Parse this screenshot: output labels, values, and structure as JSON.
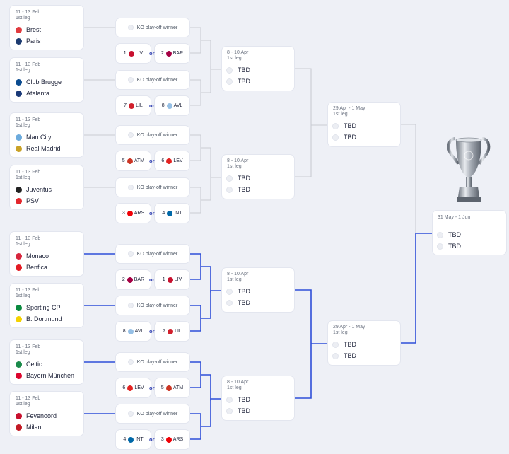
{
  "round_of_16": [
    {
      "date": "11 - 13 Feb",
      "leg": "1st leg",
      "home": {
        "name": "Brest",
        "color": "#e03a3e"
      },
      "away": {
        "name": "Paris",
        "color": "#1d3b70"
      }
    },
    {
      "date": "11 - 13 Feb",
      "leg": "1st leg",
      "home": {
        "name": "Club Brugge",
        "color": "#0b4b8f"
      },
      "away": {
        "name": "Atalanta",
        "color": "#1b3a78"
      }
    },
    {
      "date": "11 - 13 Feb",
      "leg": "1st leg",
      "home": {
        "name": "Man City",
        "color": "#6cabdd"
      },
      "away": {
        "name": "Real Madrid",
        "color": "#c9a227"
      }
    },
    {
      "date": "11 - 13 Feb",
      "leg": "1st leg",
      "home": {
        "name": "Juventus",
        "color": "#222222"
      },
      "away": {
        "name": "PSV",
        "color": "#e3262c"
      }
    },
    {
      "date": "11 - 13 Feb",
      "leg": "1st leg",
      "home": {
        "name": "Monaco",
        "color": "#d7263d"
      },
      "away": {
        "name": "Benfica",
        "color": "#e31b23"
      }
    },
    {
      "date": "11 - 13 Feb",
      "leg": "1st leg",
      "home": {
        "name": "Sporting CP",
        "color": "#0a8a3f"
      },
      "away": {
        "name": "B. Dortmund",
        "color": "#f4d200"
      }
    },
    {
      "date": "11 - 13 Feb",
      "leg": "1st leg",
      "home": {
        "name": "Celtic",
        "color": "#1a8a4a"
      },
      "away": {
        "name": "Bayern München",
        "color": "#dc052d"
      }
    },
    {
      "date": "11 - 13 Feb",
      "leg": "1st leg",
      "home": {
        "name": "Feyenoord",
        "color": "#c8102e"
      },
      "away": {
        "name": "Milan",
        "color": "#c21a24"
      }
    }
  ],
  "ko_playoffs": [
    {
      "winner_label": "KO play-off winner",
      "or_label": "or",
      "a": {
        "seed": "1",
        "name": "LIV",
        "color": "#c8102e"
      },
      "b": {
        "seed": "2",
        "name": "BAR",
        "color": "#a50044"
      }
    },
    {
      "winner_label": "KO play-off winner",
      "or_label": "or",
      "a": {
        "seed": "7",
        "name": "LIL",
        "color": "#d11f2b"
      },
      "b": {
        "seed": "8",
        "name": "AVL",
        "color": "#95bfe5"
      }
    },
    {
      "winner_label": "KO play-off winner",
      "or_label": "or",
      "a": {
        "seed": "5",
        "name": "ATM",
        "color": "#cb3524"
      },
      "b": {
        "seed": "6",
        "name": "LEV",
        "color": "#e32221"
      }
    },
    {
      "winner_label": "KO play-off winner",
      "or_label": "or",
      "a": {
        "seed": "3",
        "name": "ARS",
        "color": "#ef0107"
      },
      "b": {
        "seed": "4",
        "name": "INT",
        "color": "#0068a8"
      }
    },
    {
      "winner_label": "KO play-off winner",
      "or_label": "or",
      "a": {
        "seed": "2",
        "name": "BAR",
        "color": "#a50044"
      },
      "b": {
        "seed": "1",
        "name": "LIV",
        "color": "#c8102e"
      }
    },
    {
      "winner_label": "KO play-off winner",
      "or_label": "or",
      "a": {
        "seed": "8",
        "name": "AVL",
        "color": "#95bfe5"
      },
      "b": {
        "seed": "7",
        "name": "LIL",
        "color": "#d11f2b"
      }
    },
    {
      "winner_label": "KO play-off winner",
      "or_label": "or",
      "a": {
        "seed": "6",
        "name": "LEV",
        "color": "#e32221"
      },
      "b": {
        "seed": "5",
        "name": "ATM",
        "color": "#cb3524"
      }
    },
    {
      "winner_label": "KO play-off winner",
      "or_label": "or",
      "a": {
        "seed": "4",
        "name": "INT",
        "color": "#0068a8"
      },
      "b": {
        "seed": "3",
        "name": "ARS",
        "color": "#ef0107"
      }
    }
  ],
  "quarter_finals": [
    {
      "date": "8 - 10 Apr",
      "leg": "1st leg",
      "t1": "TBD",
      "t2": "TBD"
    },
    {
      "date": "8 - 10 Apr",
      "leg": "1st leg",
      "t1": "TBD",
      "t2": "TBD"
    },
    {
      "date": "8 - 10 Apr",
      "leg": "1st leg",
      "t1": "TBD",
      "t2": "TBD"
    },
    {
      "date": "8 - 10 Apr",
      "leg": "1st leg",
      "t1": "TBD",
      "t2": "TBD"
    }
  ],
  "semi_finals": [
    {
      "date": "29 Apr - 1 May",
      "leg": "1st leg",
      "t1": "TBD",
      "t2": "TBD"
    },
    {
      "date": "29 Apr - 1 May",
      "leg": "1st leg",
      "t1": "TBD",
      "t2": "TBD"
    }
  ],
  "final": {
    "date": "31 May - 1 Jun",
    "t1": "TBD",
    "t2": "TBD"
  },
  "colors": {
    "connector_grey": "#c9ccd3",
    "connector_blue": "#2f4fd8",
    "accent": "#2f3fb0"
  },
  "icons": {
    "trophy": "trophy-icon",
    "placeholder": "placeholder-crest-icon"
  }
}
